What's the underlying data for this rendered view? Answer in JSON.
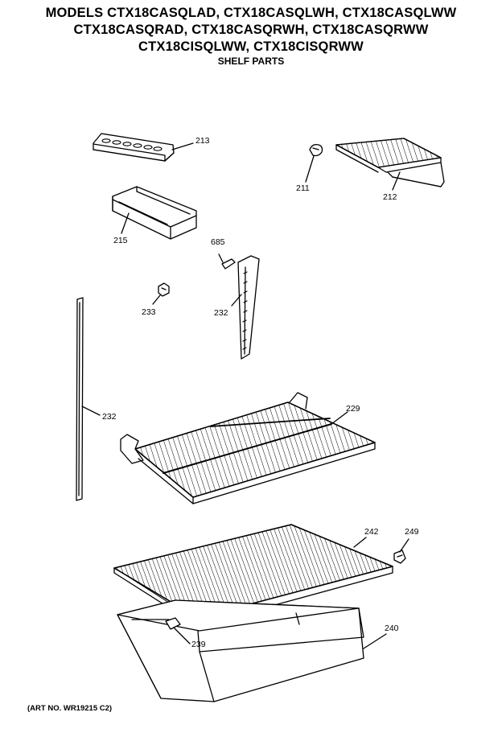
{
  "header": {
    "lines": [
      "MODELS CTX18CASQLAD, CTX18CASQLWH, CTX18CASQLWW",
      "CTX18CASQRAD, CTX18CASQRWH, CTX18CASQRWW",
      "CTX18CISQLWW, CTX18CISQRWW"
    ],
    "subtitle": "SHELF PARTS"
  },
  "parts": {
    "p213": "213",
    "p211": "211",
    "p212": "212",
    "p215": "215",
    "p685": "685",
    "p233": "233",
    "p232a": "232",
    "p232b": "232",
    "p229": "229",
    "p242": "242",
    "p249": "249",
    "p240": "240",
    "p239": "239"
  },
  "footer": {
    "art_no": "(ART NO. WR19215 C2)"
  }
}
